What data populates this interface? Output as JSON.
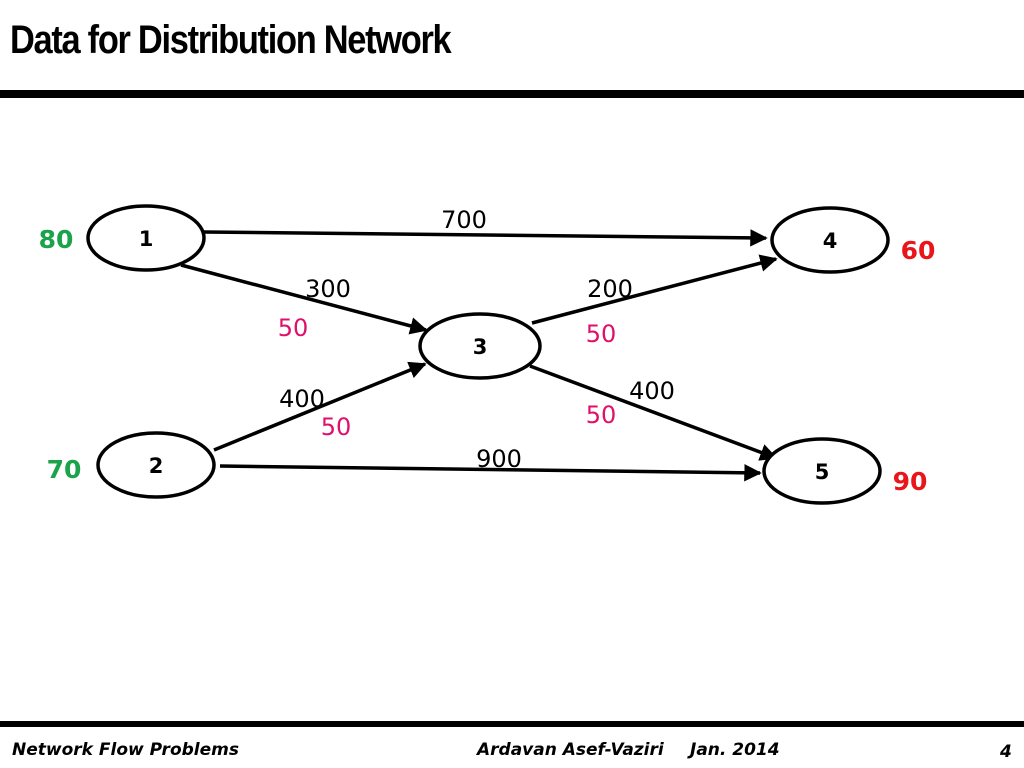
{
  "title": "Data for Distribution Network",
  "colors": {
    "supply": "#1aa34a",
    "demand": "#e8161b",
    "capacity": "#e0106a",
    "cost": "#000000",
    "line": "#000000"
  },
  "nodes": [
    {
      "id": "1",
      "label": "1",
      "value": "80",
      "role": "supply"
    },
    {
      "id": "2",
      "label": "2",
      "value": "70",
      "role": "supply"
    },
    {
      "id": "3",
      "label": "3",
      "value": "",
      "role": "transshipment"
    },
    {
      "id": "4",
      "label": "4",
      "value": "60",
      "role": "demand"
    },
    {
      "id": "5",
      "label": "5",
      "value": "90",
      "role": "demand"
    }
  ],
  "edges": [
    {
      "from": "1",
      "to": "4",
      "cost": "700",
      "capacity": ""
    },
    {
      "from": "1",
      "to": "3",
      "cost": "300",
      "capacity": "50"
    },
    {
      "from": "2",
      "to": "3",
      "cost": "400",
      "capacity": "50"
    },
    {
      "from": "2",
      "to": "5",
      "cost": "900",
      "capacity": ""
    },
    {
      "from": "3",
      "to": "4",
      "cost": "200",
      "capacity": "50"
    },
    {
      "from": "3",
      "to": "5",
      "cost": "400",
      "capacity": "50"
    }
  ],
  "footer": {
    "left": "Network Flow Problems",
    "author": "Ardavan Asef-Vaziri",
    "date": "Jan. 2014",
    "page": "4"
  }
}
